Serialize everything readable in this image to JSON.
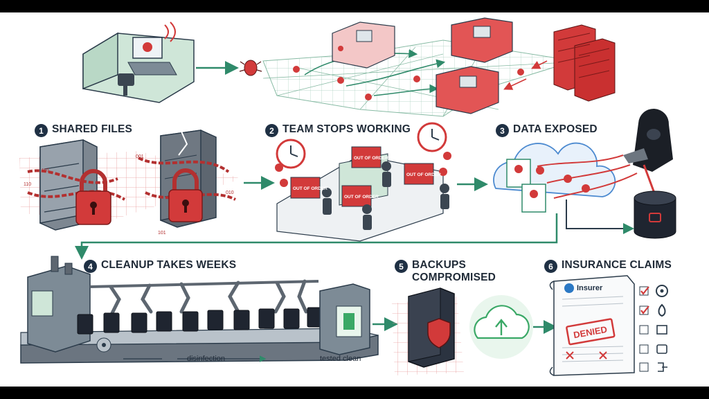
{
  "steps": [
    {
      "number": "1",
      "label": "Shared Files"
    },
    {
      "number": "2",
      "label": "Team Stops Working"
    },
    {
      "number": "3",
      "label": "Data Exposed"
    },
    {
      "number": "4",
      "label": "Cleanup Takes Weeks"
    },
    {
      "number": "5",
      "label": "Backups Compromised"
    },
    {
      "number": "6",
      "label": "Insurance Claims"
    }
  ],
  "screen_text": "OUT OF ORDER",
  "captions": {
    "disinfection": "disinfection",
    "tested_clean": "tested clean"
  },
  "insurer": {
    "name": "Insurer",
    "stamp": "DENIED"
  },
  "binary": [
    "101",
    "110",
    "001",
    "010",
    "101"
  ],
  "colors": {
    "danger": "#d23a3a",
    "navy": "#1f3044",
    "network": "#2f8a6a",
    "cloud": "#4c8ad0",
    "cubicle_green": "#cfe6d8",
    "server_grey": "#5d6670",
    "backup_dark": "#2b3340",
    "upload_green": "#3aa866"
  },
  "icons": [
    "bug-icon",
    "padlock-icon",
    "chain-icon",
    "clock-icon",
    "dollar-coin-icon",
    "hacker-silhouette-icon",
    "database-icon",
    "shield-icon",
    "cloud-upload-icon",
    "gear-icon",
    "flame-icon",
    "firewall-icon",
    "checkbox-icon",
    "robot-arm-icon"
  ]
}
